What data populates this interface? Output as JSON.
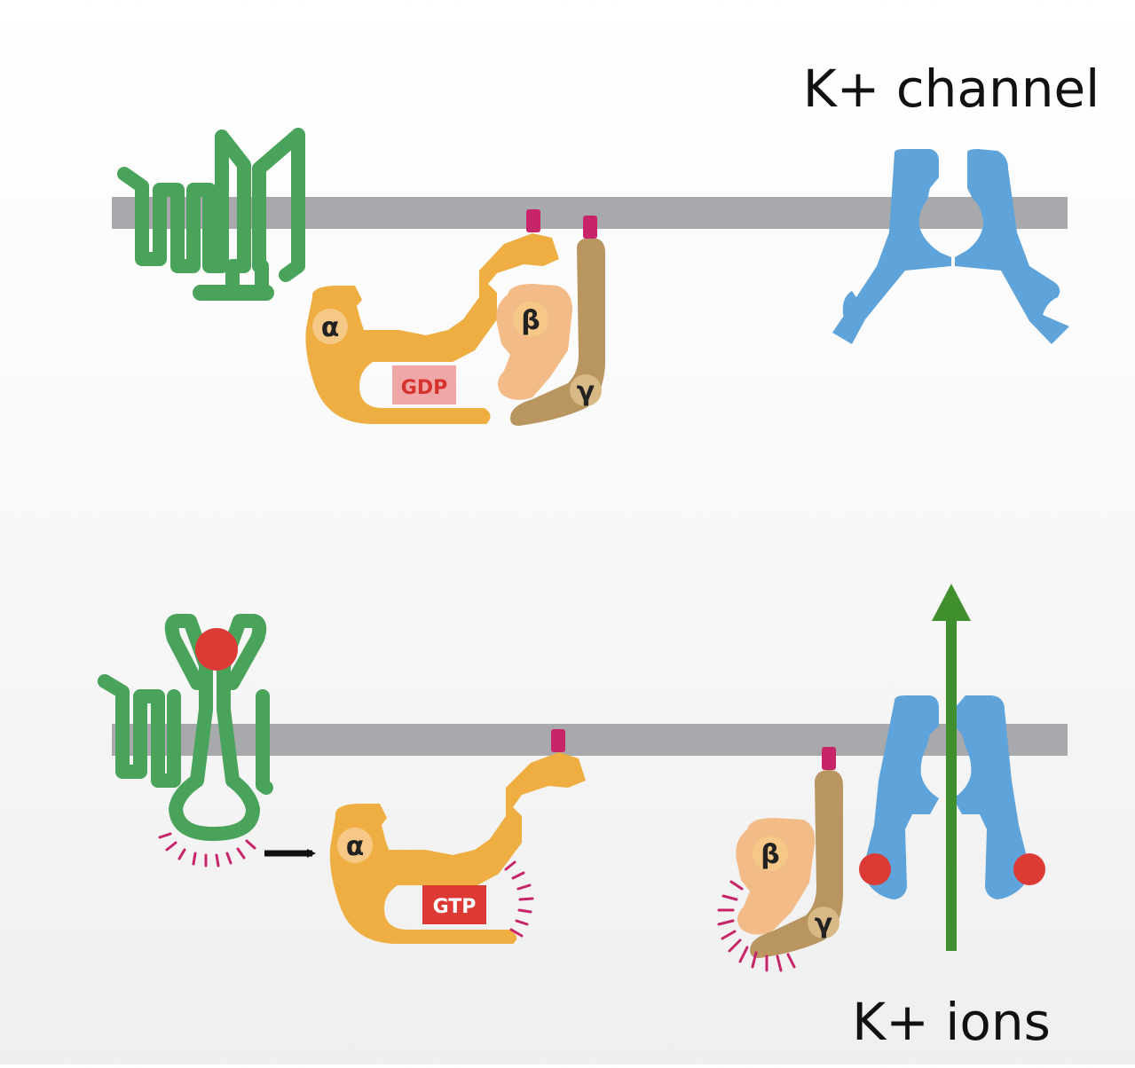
{
  "labels": {
    "channel": "K+ channel",
    "ions": "K+ ions"
  },
  "subunits": {
    "alpha": "α",
    "beta": "β",
    "gamma": "γ"
  },
  "nucleotides": {
    "inactive": "GDP",
    "active": "GTP"
  },
  "colors": {
    "membrane": "#a7a9ac",
    "receptor": "#4aa35a",
    "alpha_subunit": "#eeae42",
    "beta_subunit": "#f2bb87",
    "gamma_subunit": "#b99560",
    "channel": "#5ea3da",
    "ligand": "#dc3a35",
    "ion_flow_arrow": "#3f8f2e",
    "lipid_anchor": "#c8246a",
    "activation_marks": "#c8246a",
    "gdp_box": "#efa6a6",
    "gtp_box": "#dd3a36"
  }
}
